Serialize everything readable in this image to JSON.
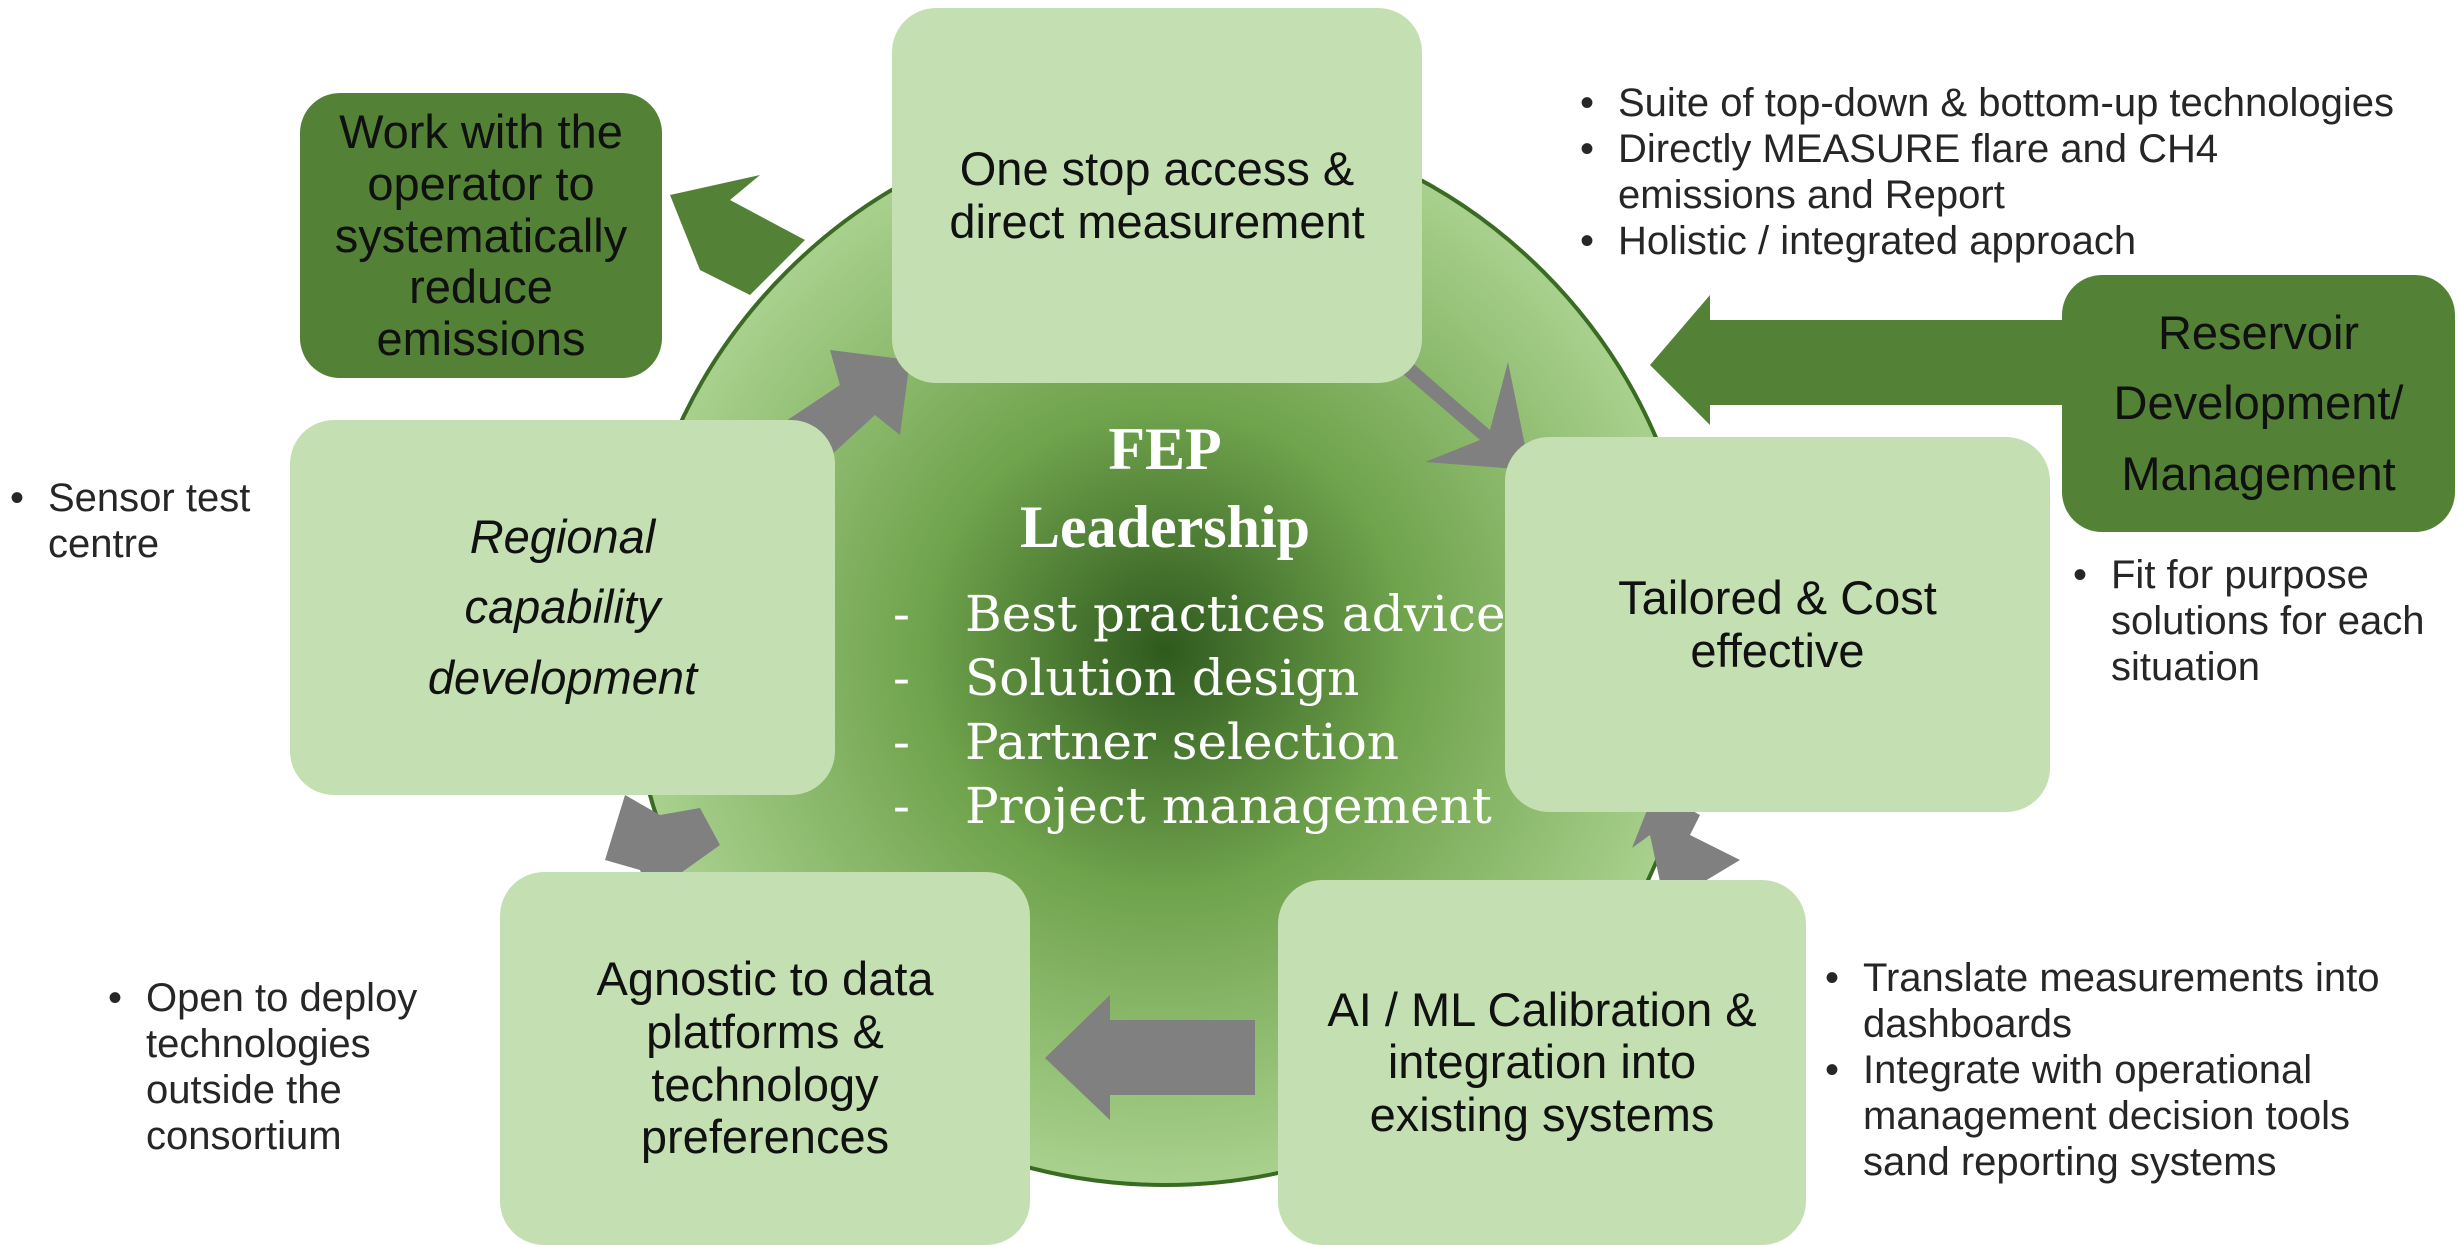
{
  "colors": {
    "light_box": "#c4e0b2",
    "dark_box": "#538135",
    "circle_center": "#2f5a1e",
    "circle_edge": "#a9d18e",
    "arrow_gray": "#808080",
    "arrow_green": "#538135"
  },
  "center": {
    "title": "FEP\nLeadership",
    "items": [
      "Best practices advice",
      "Solution design",
      "Partner selection",
      "Project management"
    ]
  },
  "boxes": {
    "one_stop": "One stop access &\ndirect measurement",
    "tailored": "Tailored & Cost\neffective",
    "ai_ml": "AI / ML Calibration &\nintegration into\nexisting systems",
    "agnostic": "Agnostic to data\nplatforms &\ntechnology\npreferences",
    "regional": "Regional\ncapability\ndevelopment",
    "work_operator": "Work with the\noperator to\nsystematically\nreduce\nemissions",
    "reservoir": "Reservoir\nDevelopment/\nManagement"
  },
  "notes": {
    "top_right": [
      "Suite of top-down & bottom-up technologies",
      "Directly MEASURE flare and CH4\nemissions and Report",
      "Holistic / integrated approach"
    ],
    "right": [
      "Fit for purpose\nsolutions for each\nsituation"
    ],
    "bottom_right": [
      "Translate measurements into\ndashboards",
      "Integrate with operational\nmanagement decision tools\nsand reporting systems"
    ],
    "bottom_left": [
      "Open to deploy\ntechnologies\noutside the\nconsortium"
    ],
    "left": [
      "Sensor test\ncentre"
    ]
  }
}
